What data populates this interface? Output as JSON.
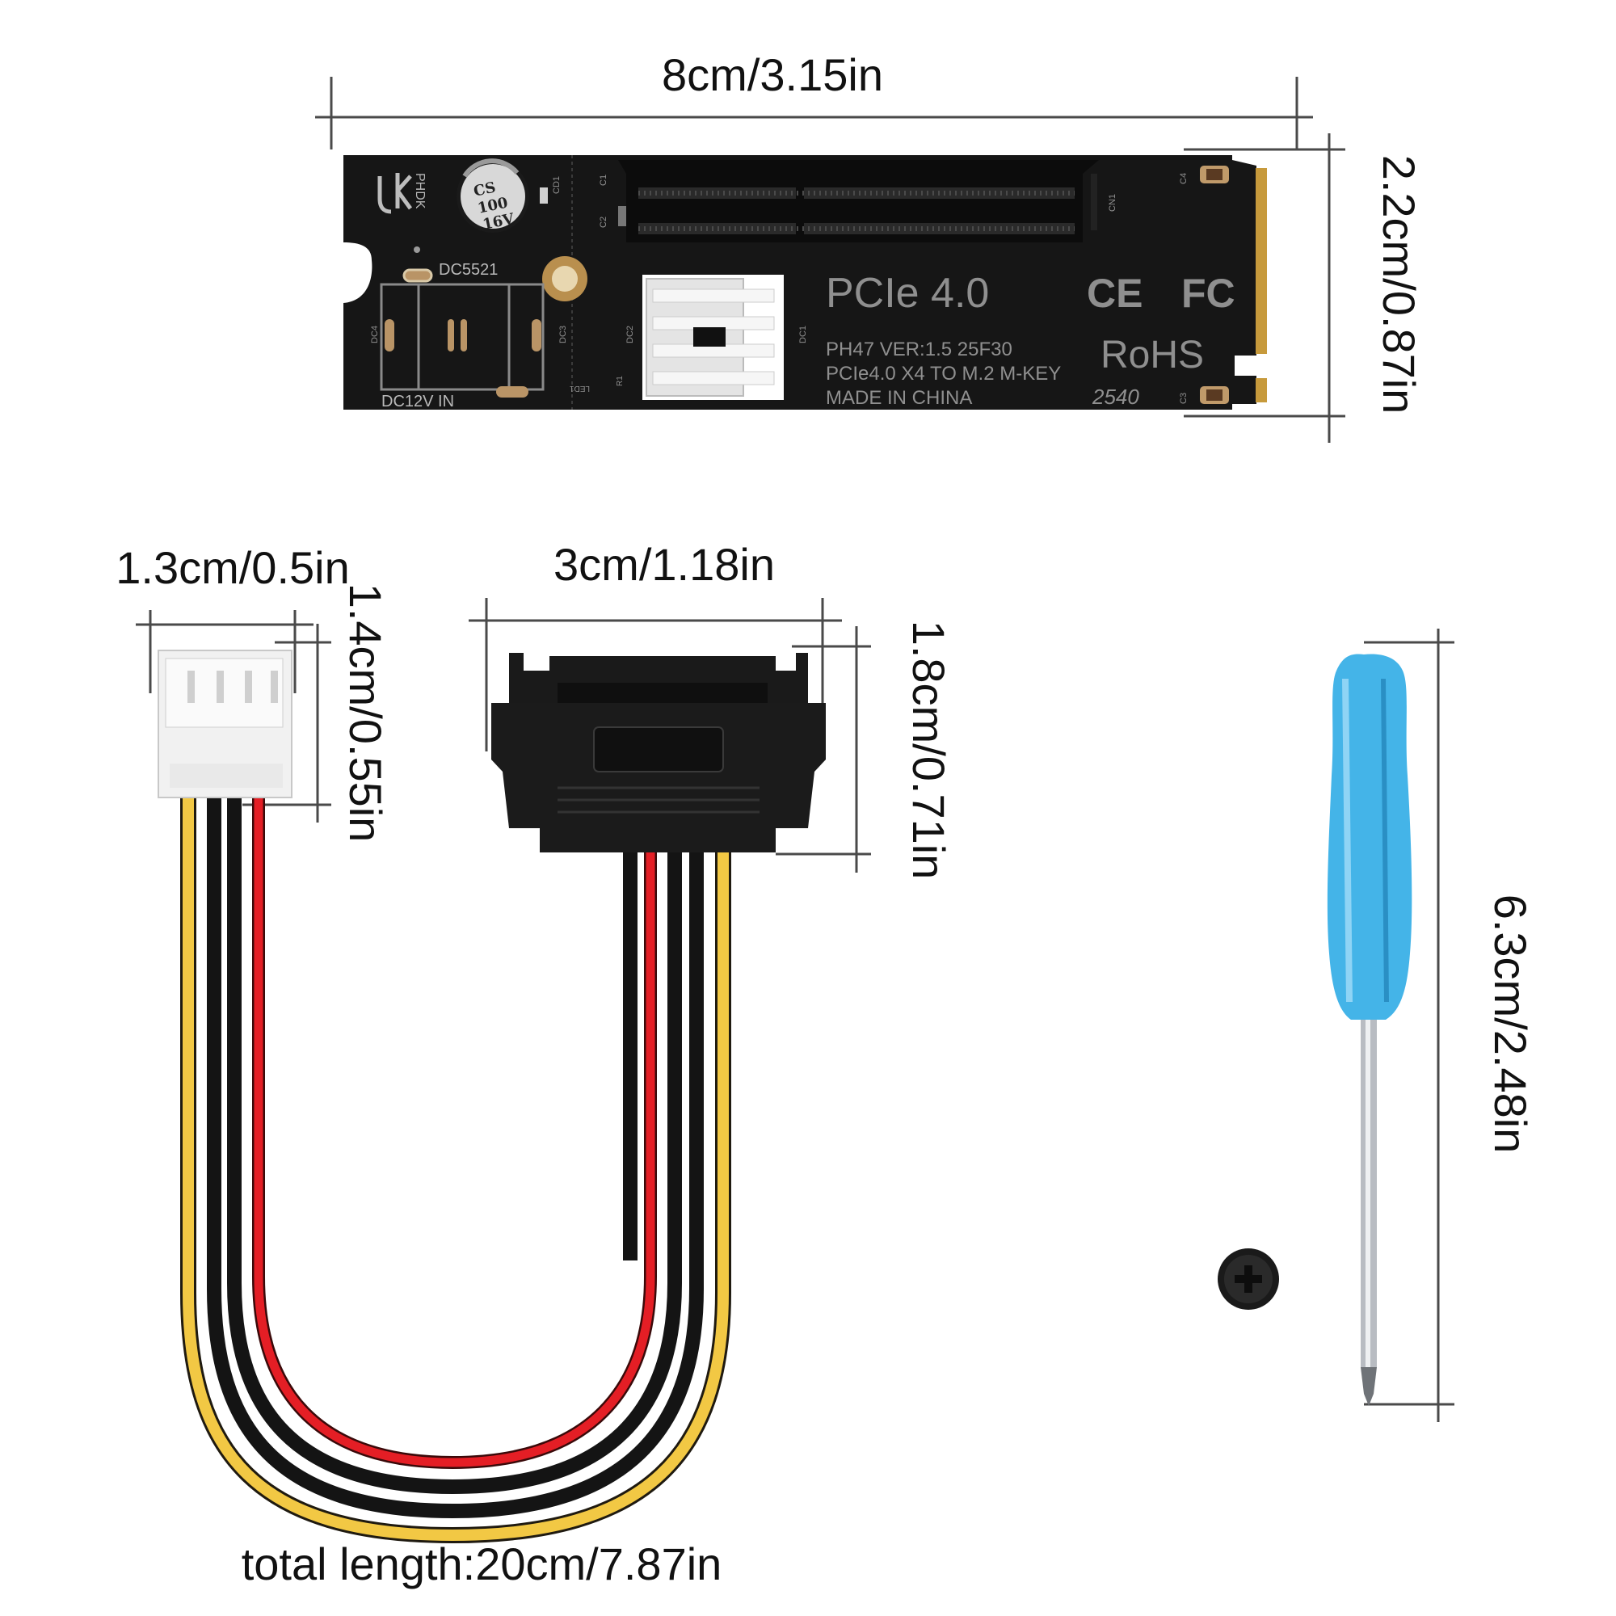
{
  "dimensions": {
    "board_width": "8cm/3.15in",
    "board_height": "2.2cm/0.87in",
    "fan_conn_width": "1.3cm/0.5in",
    "fan_conn_height": "1.4cm/0.55in",
    "sata_width": "3cm/1.18in",
    "sata_height": "1.8cm/0.71in",
    "screwdriver_length": "6.3cm/2.48in",
    "cable_length": "total length:20cm/7.87in"
  },
  "board": {
    "logo": "PHDK",
    "capacitor_lines": [
      "CS",
      "100",
      "16V"
    ],
    "dc_jack_label": "DC5521",
    "power_label": "DC12V IN",
    "interface_title": "PCIe 4.0",
    "ce_mark": "CE",
    "fcc_mark": "FC",
    "rohs": "RoHS",
    "model_line": "PH47  VER:1.5  25F30",
    "desc_line": "PCIe4.0 X4 TO M.2 M-KEY",
    "origin_line": "MADE IN CHINA",
    "date_code": "2540",
    "refs": {
      "cd1": "CD1",
      "dc4": "DC4",
      "dc3": "DC3",
      "dc2": "DC2",
      "dc1": "DC1",
      "c1": "C1",
      "c2": "C2",
      "c3": "C3",
      "c4": "C4",
      "cn1": "CN1",
      "led1": "LED1",
      "r1": "R1"
    }
  },
  "colors": {
    "pcb": "#161616",
    "gold": "#c79a3c",
    "cable_yellow": "#f2c844",
    "cable_red": "#e41e25",
    "cable_black": "#141414",
    "connector_white": "#f1f1f1",
    "screwdriver_blue": "#44b4e8"
  },
  "icons": [
    "ce-mark-icon",
    "fcc-mark-icon",
    "phdk-logo-icon"
  ]
}
